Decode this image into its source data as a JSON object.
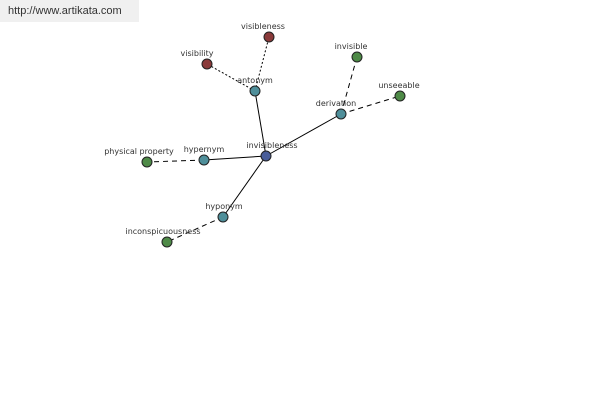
{
  "watermark": "http://www.artikata.com",
  "colors": {
    "root": "#4a5e9a",
    "relation": "#4f8f9a",
    "term": "#4e8a47",
    "antonym_term": "#8a3a3a"
  },
  "nodes": {
    "root": "invisibleness",
    "antonym": "antonym",
    "visibility": "visibility",
    "visibleness": "visibleness",
    "derivation": "derivation",
    "invisible": "invisible",
    "unseeable": "unseeable",
    "hypernym": "hypernym",
    "physical_property": "physical property",
    "hyponym": "hyponym",
    "inconspicuousness": "inconspicuousness"
  }
}
